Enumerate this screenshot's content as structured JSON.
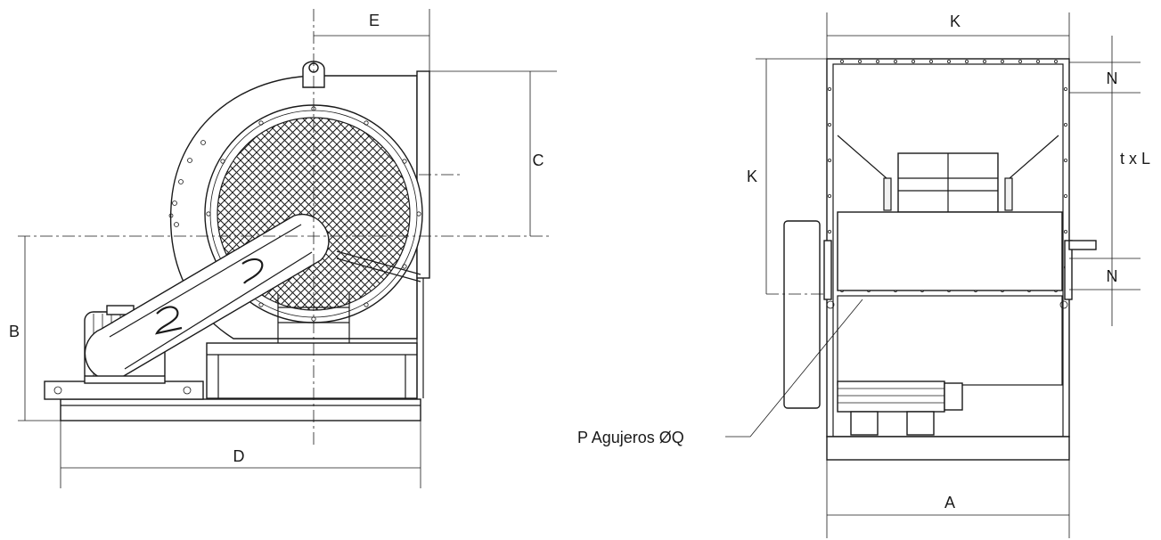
{
  "labels": {
    "E": "E",
    "C": "C",
    "B": "B",
    "D": "D",
    "K_top": "K",
    "K_side": "K",
    "N_top": "N",
    "N_bottom": "N",
    "txL": "t x L",
    "A": "A",
    "holes": "P Agujeros ØQ"
  },
  "colors": {
    "line": "#1a1a1a",
    "background": "#ffffff"
  }
}
